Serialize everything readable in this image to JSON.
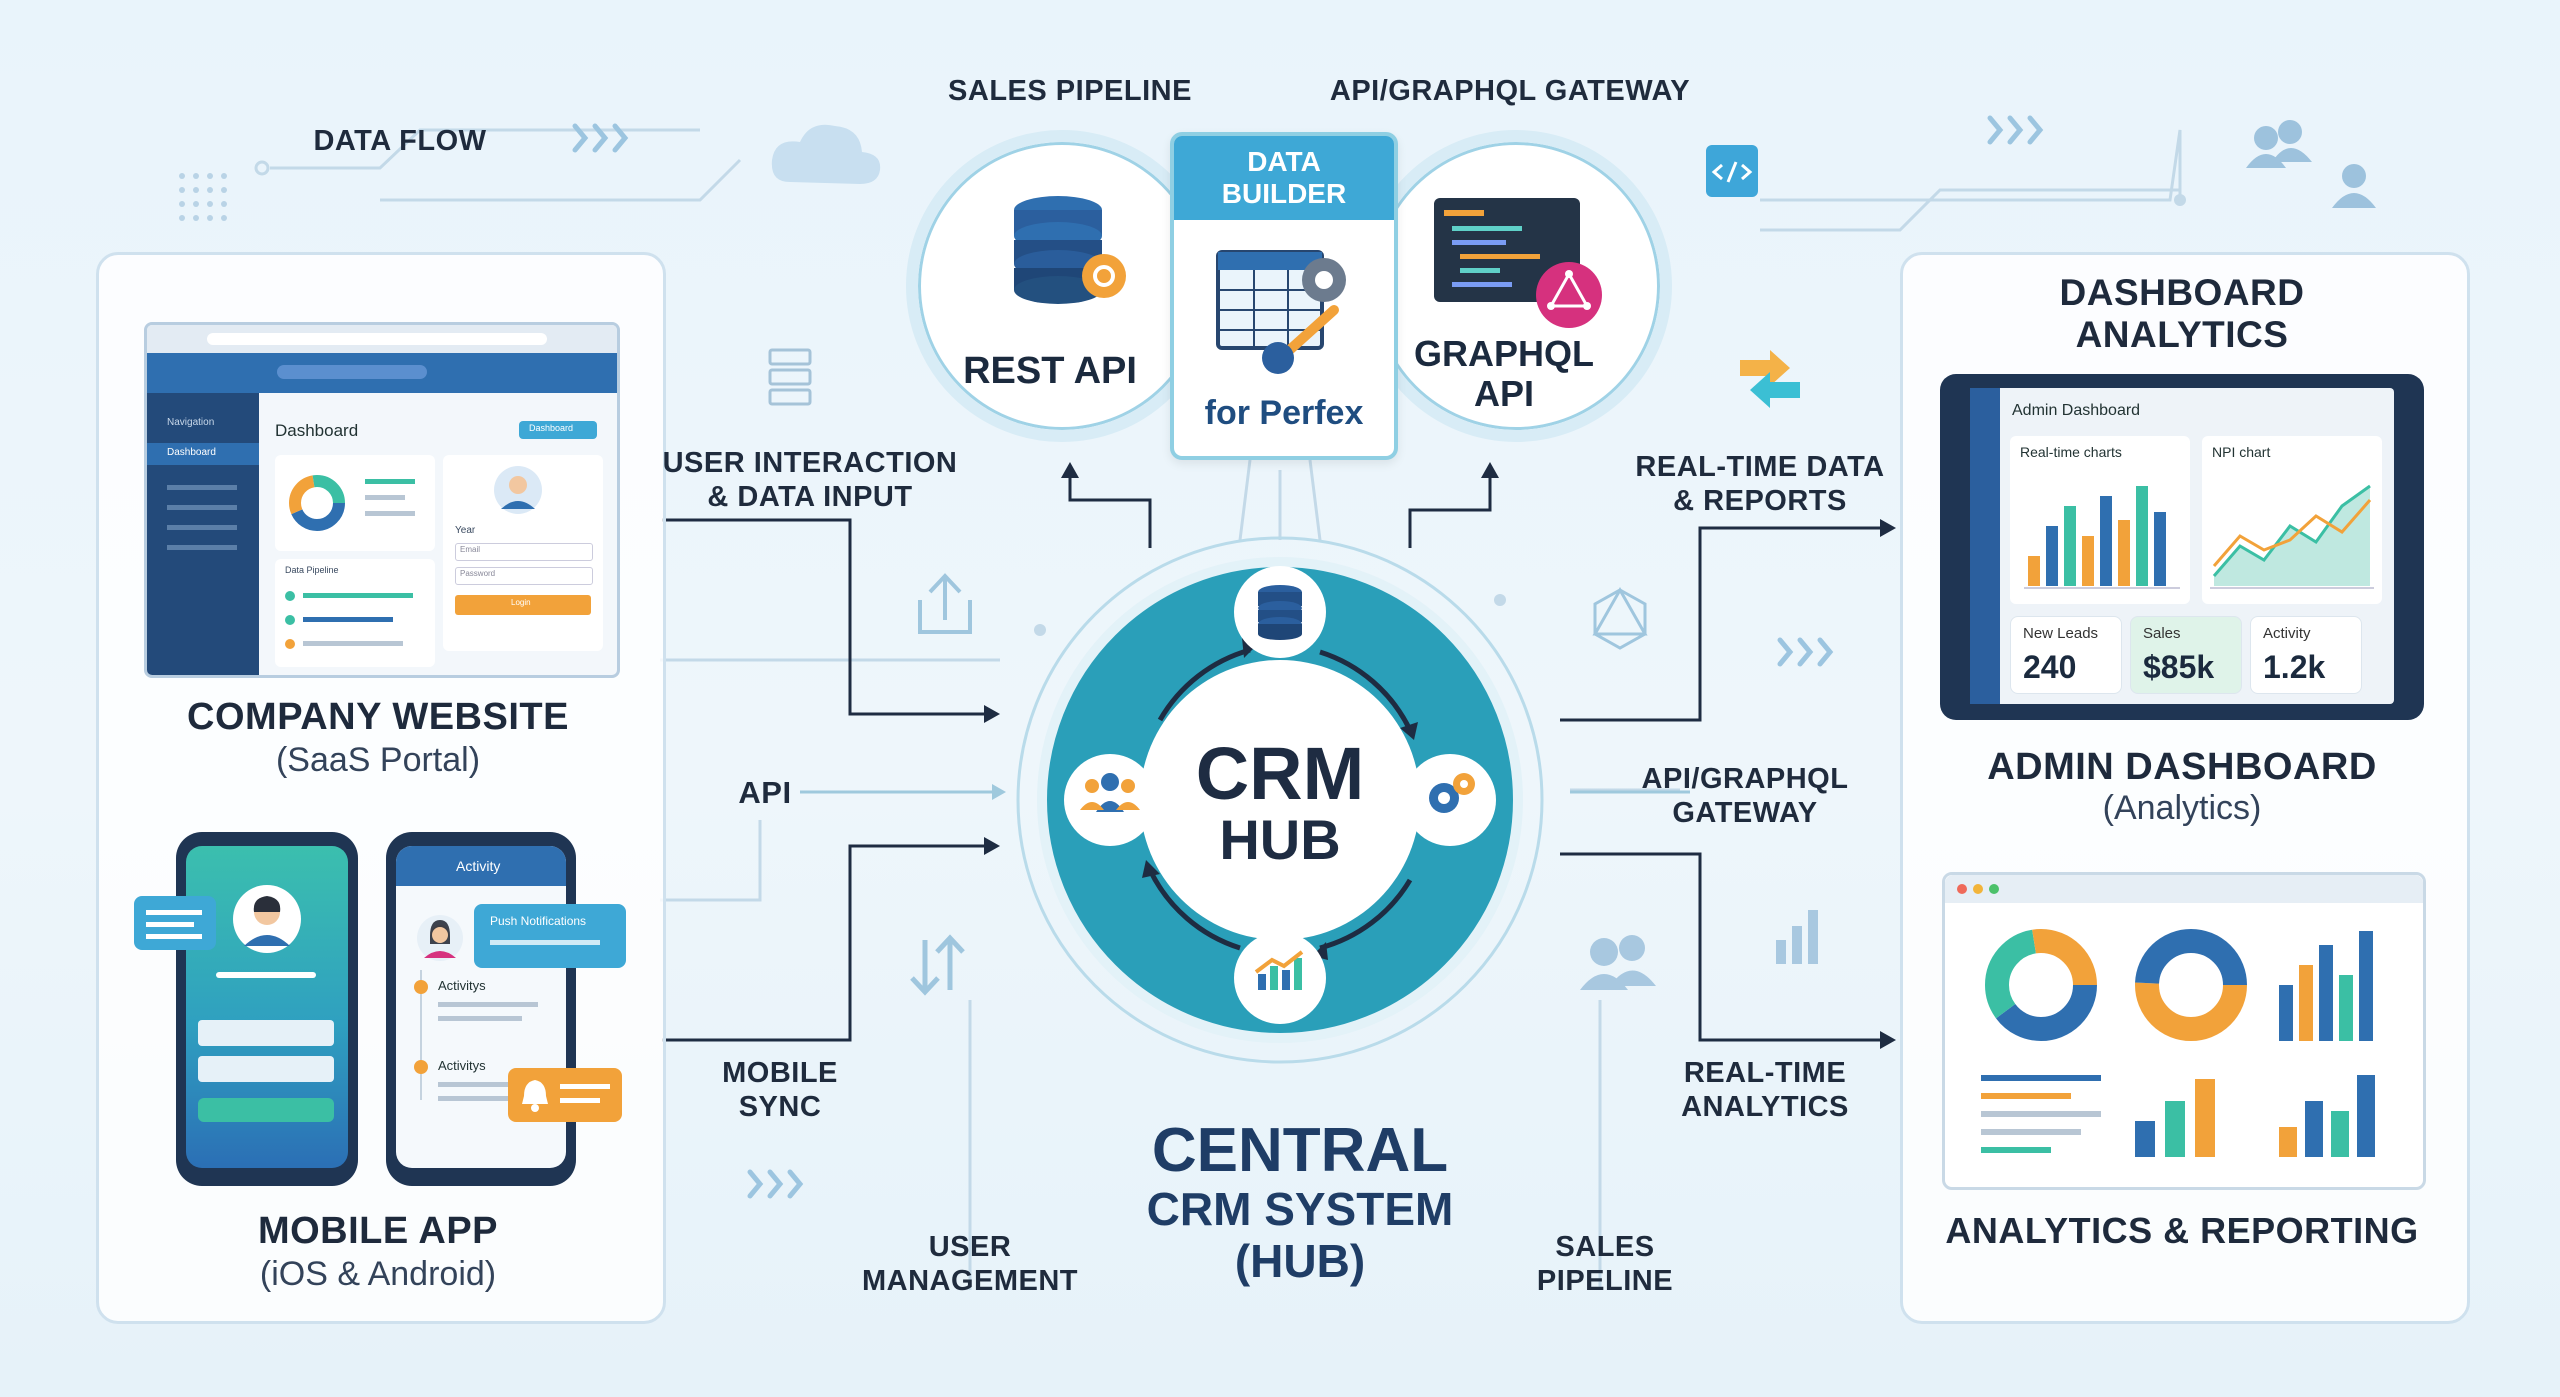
{
  "top": {
    "data_flow": "DATA FLOW",
    "sales_pipeline": "SALES PIPELINE",
    "api_gateway": "API/GRAPHQL GATEWAY"
  },
  "apis": {
    "rest": "REST API",
    "builder_title": "DATA\nBUILDER",
    "builder_sub": "for Perfex",
    "graphql": "GRAPHQL\nAPI"
  },
  "left": {
    "website_title": "COMPANY WEBSITE",
    "website_sub": "(SaaS Portal)",
    "mobile_title": "MOBILE APP",
    "mobile_sub": "(iOS & Android)",
    "browser_nav": "Navigation",
    "browser_dash": "Dashboard",
    "browser_heading": "Dashboard",
    "browser_btn": "Dashboard",
    "browser_pipeline": "Data Pipeline",
    "browser_year": "Year",
    "browser_email": "Email",
    "browser_password": "Password",
    "browser_login": "Login",
    "phone_activity": "Activity",
    "phone_push": "Push Notifications",
    "phone_act1": "Activitys",
    "phone_act2": "Activitys"
  },
  "mid": {
    "user_interaction": "USER INTERACTION\n& DATA INPUT",
    "api": "API",
    "mobile_sync": "MOBILE\nSYNC",
    "user_mgmt": "USER\nMANAGEMENT",
    "realtime_reports": "REAL-TIME DATA\n& REPORTS",
    "api_gateway": "API/GRAPHQL\nGATEWAY",
    "realtime_analytics": "REAL-TIME\nANALYTICS",
    "sales_pipeline": "SALES\nPIPELINE"
  },
  "hub": {
    "crm": "CRM",
    "hub": "HUB",
    "central_1": "CENTRAL",
    "central_2": "CRM SYSTEM",
    "central_3": "(HUB)"
  },
  "right": {
    "dash_title": "DASHBOARD\nANALYTICS",
    "admin_header": "Admin Dashboard",
    "chart1": "Real-time charts",
    "chart2": "NPI chart",
    "kpis": [
      {
        "label": "New Leads",
        "value": "240"
      },
      {
        "label": "Sales",
        "value": "$85k"
      },
      {
        "label": "Activity",
        "value": "1.2k"
      }
    ],
    "admin_title": "ADMIN DASHBOARD",
    "admin_sub": "(Analytics)",
    "analytics_title": "ANALYTICS & REPORTING"
  },
  "colors": {
    "teal": "#27a9b4",
    "blue": "#2b6fb5",
    "navy": "#1d2f4a",
    "orange": "#f2a23a",
    "green": "#3bbfa4"
  }
}
